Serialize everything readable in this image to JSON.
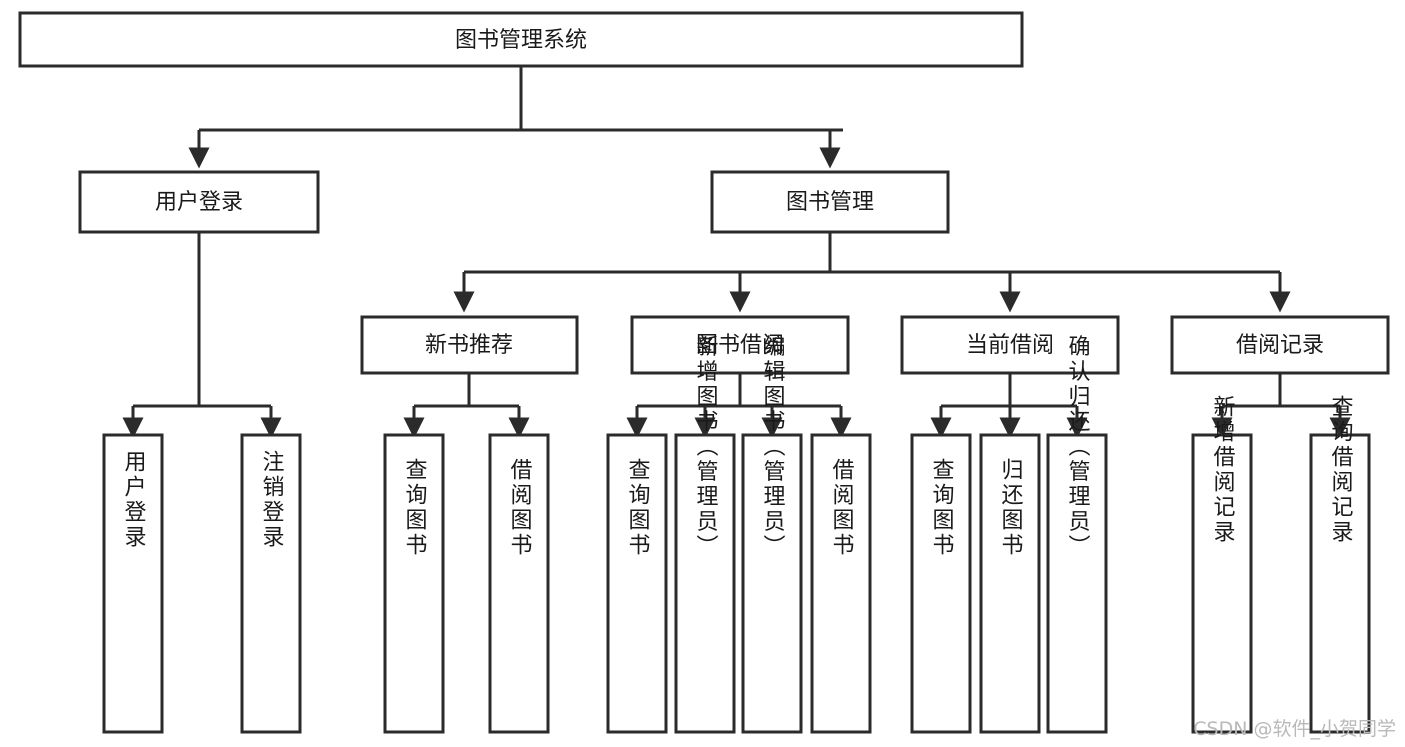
{
  "diagram": {
    "title": "图书管理系统",
    "type": "tree",
    "watermark": "CSDN @软件_小贺同学",
    "colors": {
      "stroke": "#2b2b2b",
      "fill": "#ffffff",
      "text": "#1a1a1a",
      "watermark": "#b9b9b9"
    },
    "nodes": {
      "root": {
        "label": "图书管理系统"
      },
      "level2": [
        {
          "label": "用户登录"
        },
        {
          "label": "图书管理"
        }
      ],
      "level3": [
        {
          "label": "新书推荐"
        },
        {
          "label": "图书借阅"
        },
        {
          "label": "当前借阅"
        },
        {
          "label": "借阅记录"
        }
      ],
      "leaves": {
        "user_login": [
          {
            "label": "用户登录"
          },
          {
            "label": "注销登录"
          }
        ],
        "new_book_recommend": [
          {
            "label": "查询图书"
          },
          {
            "label": "借阅图书"
          }
        ],
        "book_borrow": [
          {
            "label": "查询图书"
          },
          {
            "label": "新增图书（管理员）"
          },
          {
            "label": "编辑图书（管理员）"
          },
          {
            "label": "借阅图书"
          }
        ],
        "current_borrow": [
          {
            "label": "查询图书"
          },
          {
            "label": "归还图书"
          },
          {
            "label": "确认归还（管理员）"
          }
        ],
        "borrow_record": [
          {
            "label": "新增借阅记录"
          },
          {
            "label": "查询借阅记录"
          }
        ]
      }
    }
  }
}
